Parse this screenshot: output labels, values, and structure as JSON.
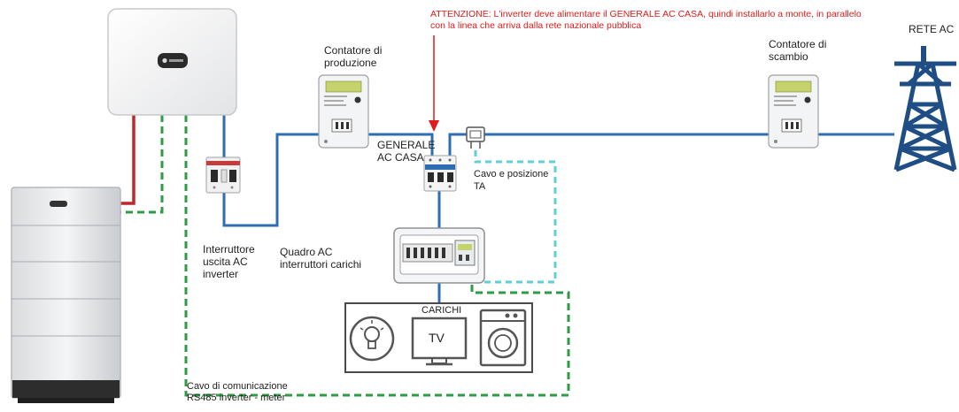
{
  "warning": {
    "line1": "ATTENZIONE: L'inverter deve alimentare il GENERALE AC CASA, quindi installarlo a monte, in parallelo",
    "line2": "con la linea che arriva dalla rete nazionale pubblica"
  },
  "labels": {
    "production_meter": [
      "Contatore di",
      "produzione"
    ],
    "exchange_meter": [
      "Contatore di",
      "scambio"
    ],
    "grid": "RETE AC",
    "main_breaker": [
      "GENERALE",
      "AC CASA"
    ],
    "ct_cable": [
      "Cavo e posizione",
      "TA"
    ],
    "inverter_breaker": [
      "Interruttore",
      "uscita AC",
      "inverter"
    ],
    "ac_panel": [
      "Quadro AC",
      "interruttori carichi"
    ],
    "loads": "CARICHI",
    "tv": "TV",
    "comm_cable": [
      "Cavo di comunicazione",
      "RS485 inverter - meter"
    ]
  },
  "colors": {
    "ac_line": "#2f6db3",
    "dc_line": "#c0272d",
    "comm_line": "#2e9b45",
    "ct_line": "#5fd0d8",
    "warning": "#e11b1b"
  },
  "icons": [
    "inverter-icon",
    "battery-icon",
    "breaker-icon",
    "meter-icon",
    "ct-clamp-icon",
    "panel-icon",
    "bulb-icon",
    "tv-icon",
    "washing-machine-icon",
    "pylon-icon"
  ]
}
